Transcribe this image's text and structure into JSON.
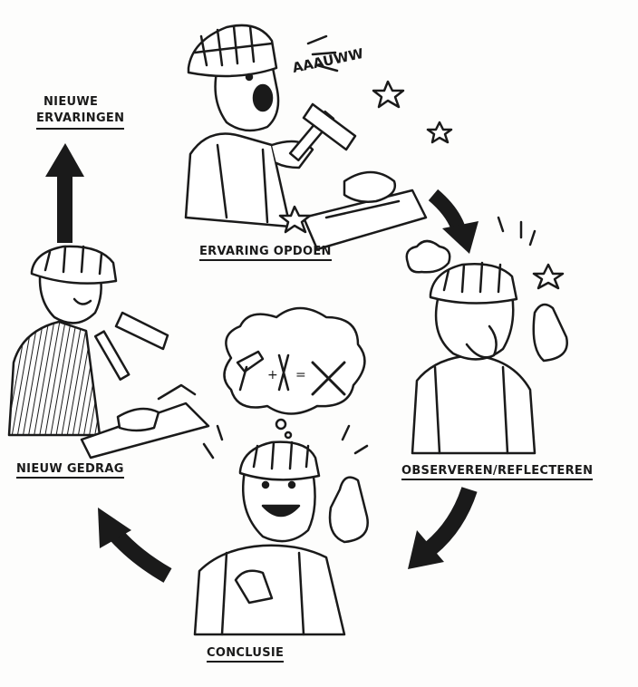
{
  "labels": {
    "ervaring": "ERVARING OPDOEN",
    "observeren": "OBSERVEREN/REFLECTEREN",
    "conclusie": "CONCLUSIE",
    "gedrag": "NIEUW GEDRAG",
    "nieuwe_1": "NIEUWE",
    "nieuwe_2": "ERVARINGEN"
  },
  "exclamation": "AAAUWW",
  "colors": {
    "ink": "#1a1a1a",
    "paper": "#fdfdfc"
  }
}
